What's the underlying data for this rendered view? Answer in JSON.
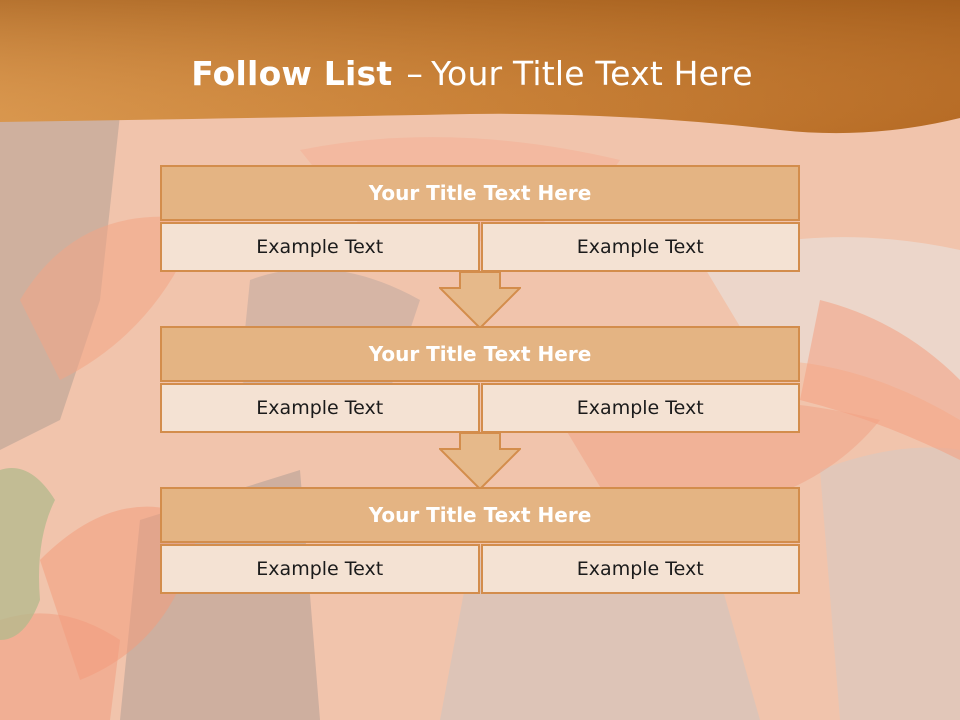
{
  "slide": {
    "title_bold": "Follow List",
    "title_sep": "–",
    "title_rest": "Your Title Text Here"
  },
  "blocks": [
    {
      "title": "Your Title Text Here",
      "cells": [
        "Example Text",
        "Example Text"
      ]
    },
    {
      "title": "Your Title Text Here",
      "cells": [
        "Example Text",
        "Example Text"
      ]
    },
    {
      "title": "Your Title Text Here",
      "cells": [
        "Example Text",
        "Example Text"
      ]
    }
  ],
  "colors": {
    "header_band": "#c98137",
    "block_title_fill": "#e4b483",
    "block_cell_fill": "#f4e2d3",
    "border": "#d38d4c",
    "arrow_fill": "#e6b98a"
  }
}
